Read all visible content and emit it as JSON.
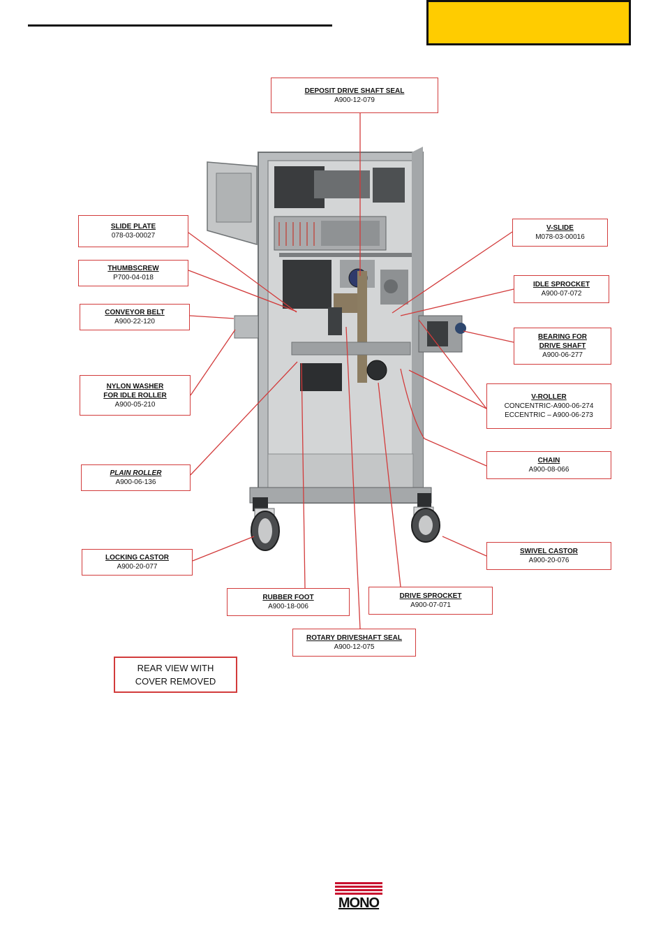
{
  "callouts": {
    "deposit_seal": {
      "name": "DEPOSIT DRIVE SHAFT SEAL",
      "part": "A900-12-079"
    },
    "slide_plate": {
      "name": "SLIDE PLATE",
      "part": "078-03-00027"
    },
    "thumbscrew": {
      "name": "THUMBSCREW",
      "part": "P700-04-018"
    },
    "conveyor_belt": {
      "name": "CONVEYOR BELT",
      "part": "A900-22-120"
    },
    "nylon_washer": {
      "name": "NYLON WASHER\nFOR IDLE ROLLER",
      "part": "A900-05-210"
    },
    "plain_roller": {
      "name": "PLAIN ROLLER",
      "part": "A900-06-136"
    },
    "locking_castor": {
      "name": "LOCKING CASTOR",
      "part": "A900-20-077"
    },
    "rubber_foot": {
      "name": "RUBBER FOOT",
      "part": "A900-18-006"
    },
    "rotary_seal": {
      "name": "ROTARY DRIVESHAFT SEAL",
      "part": "A900-12-075"
    },
    "drive_sprocket": {
      "name": "DRIVE SPROCKET",
      "part": "A900-07-071"
    },
    "swivel_castor": {
      "name": "SWIVEL CASTOR",
      "part": "A900-20-076"
    },
    "chain": {
      "name": "CHAIN",
      "part": "A900-08-066"
    },
    "v_roller": {
      "name": "V-ROLLER",
      "part": "CONCENTRIC-A900-06-274\nECCENTRIC – A900-06-273"
    },
    "bearing": {
      "name": "BEARING FOR\nDRIVE SHAFT",
      "part": "A900-06-277"
    },
    "idle_sprocket": {
      "name": "IDLE SPROCKET",
      "part": "A900-07-072"
    },
    "v_slide": {
      "name": "V-SLIDE",
      "part": "M078-03-00016"
    }
  },
  "view_label": {
    "line1": "REAR VIEW WITH",
    "line2": "COVER REMOVED"
  },
  "logo": {
    "text": "MONO"
  },
  "colors": {
    "callout_border": "#d23b3b",
    "header_box": "#ffcc00",
    "logo_red": "#c8102e"
  }
}
